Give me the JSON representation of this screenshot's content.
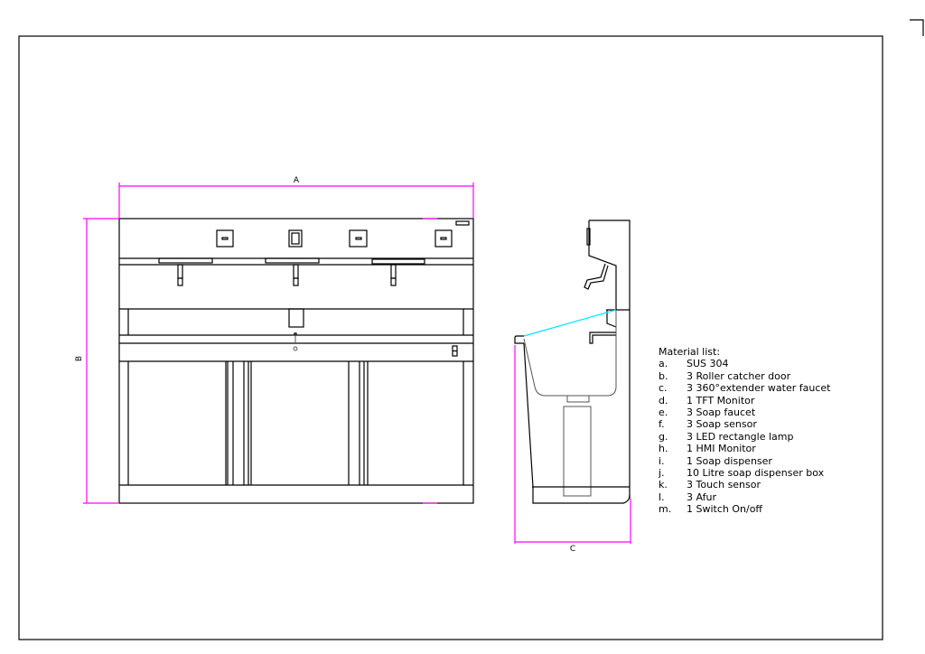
{
  "dimensions": {
    "width_label": "A",
    "height_label": "B",
    "depth_label": "C"
  },
  "material_list": {
    "title": "Material list:",
    "items": [
      {
        "letter": "a.",
        "text": "SUS 304"
      },
      {
        "letter": "b.",
        "text": "3 Roller catcher door"
      },
      {
        "letter": "c.",
        "text": "3 360°extender water faucet"
      },
      {
        "letter": "d.",
        "text": "1 TFT Monitor"
      },
      {
        "letter": "e.",
        "text": "3 Soap faucet"
      },
      {
        "letter": "f.",
        "text": "3 Soap sensor"
      },
      {
        "letter": "g.",
        "text": "3 LED rectangle lamp"
      },
      {
        "letter": "h.",
        "text": "1 HMI Monitor"
      },
      {
        "letter": "i.",
        "text": "1 Soap dispenser"
      },
      {
        "letter": "j.",
        "text": "10 Litre soap dispenser box"
      },
      {
        "letter": "k.",
        "text": "3 Touch sensor"
      },
      {
        "letter": "l.",
        "text": "3 Afur"
      },
      {
        "letter": "m.",
        "text": "1 Switch On/off"
      }
    ]
  },
  "colors": {
    "dimension": "#ff00ff",
    "sight_line": "#00e5ff",
    "line": "#000000"
  }
}
